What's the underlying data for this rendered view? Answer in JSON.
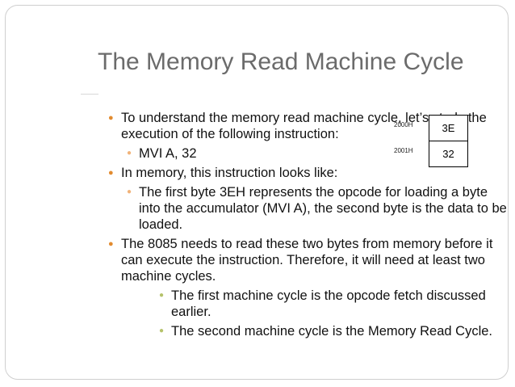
{
  "slide": {
    "title": "The Memory Read Machine Cycle",
    "bullets": [
      {
        "text": "To understand the memory read machine cycle, let’s study the execution of the following instruction:",
        "sub": [
          "MVI A, 32"
        ]
      },
      {
        "text": "In memory, this instruction looks like:",
        "sub": [
          "The first byte 3EH represents the opcode for loading a byte into the accumulator (MVI A), the second byte is the data to be loaded."
        ]
      },
      {
        "text": "The 8085 needs to read these two bytes from memory before it can execute the instruction. Therefore, it will need at least two machine cycles.",
        "sub": [
          "The first machine cycle is the opcode fetch discussed earlier.",
          "The second machine cycle is the Memory Read Cycle."
        ]
      }
    ],
    "memory_table": {
      "rows": [
        {
          "address": "2000H",
          "value": "3E"
        },
        {
          "address": "2001H",
          "value": "32"
        }
      ]
    }
  },
  "colors": {
    "title": "#6b6b6b",
    "bullet_level1": "#e28b2f",
    "bullet_level2": "#f1b37a",
    "bullet_level3": "#b5c26a"
  }
}
